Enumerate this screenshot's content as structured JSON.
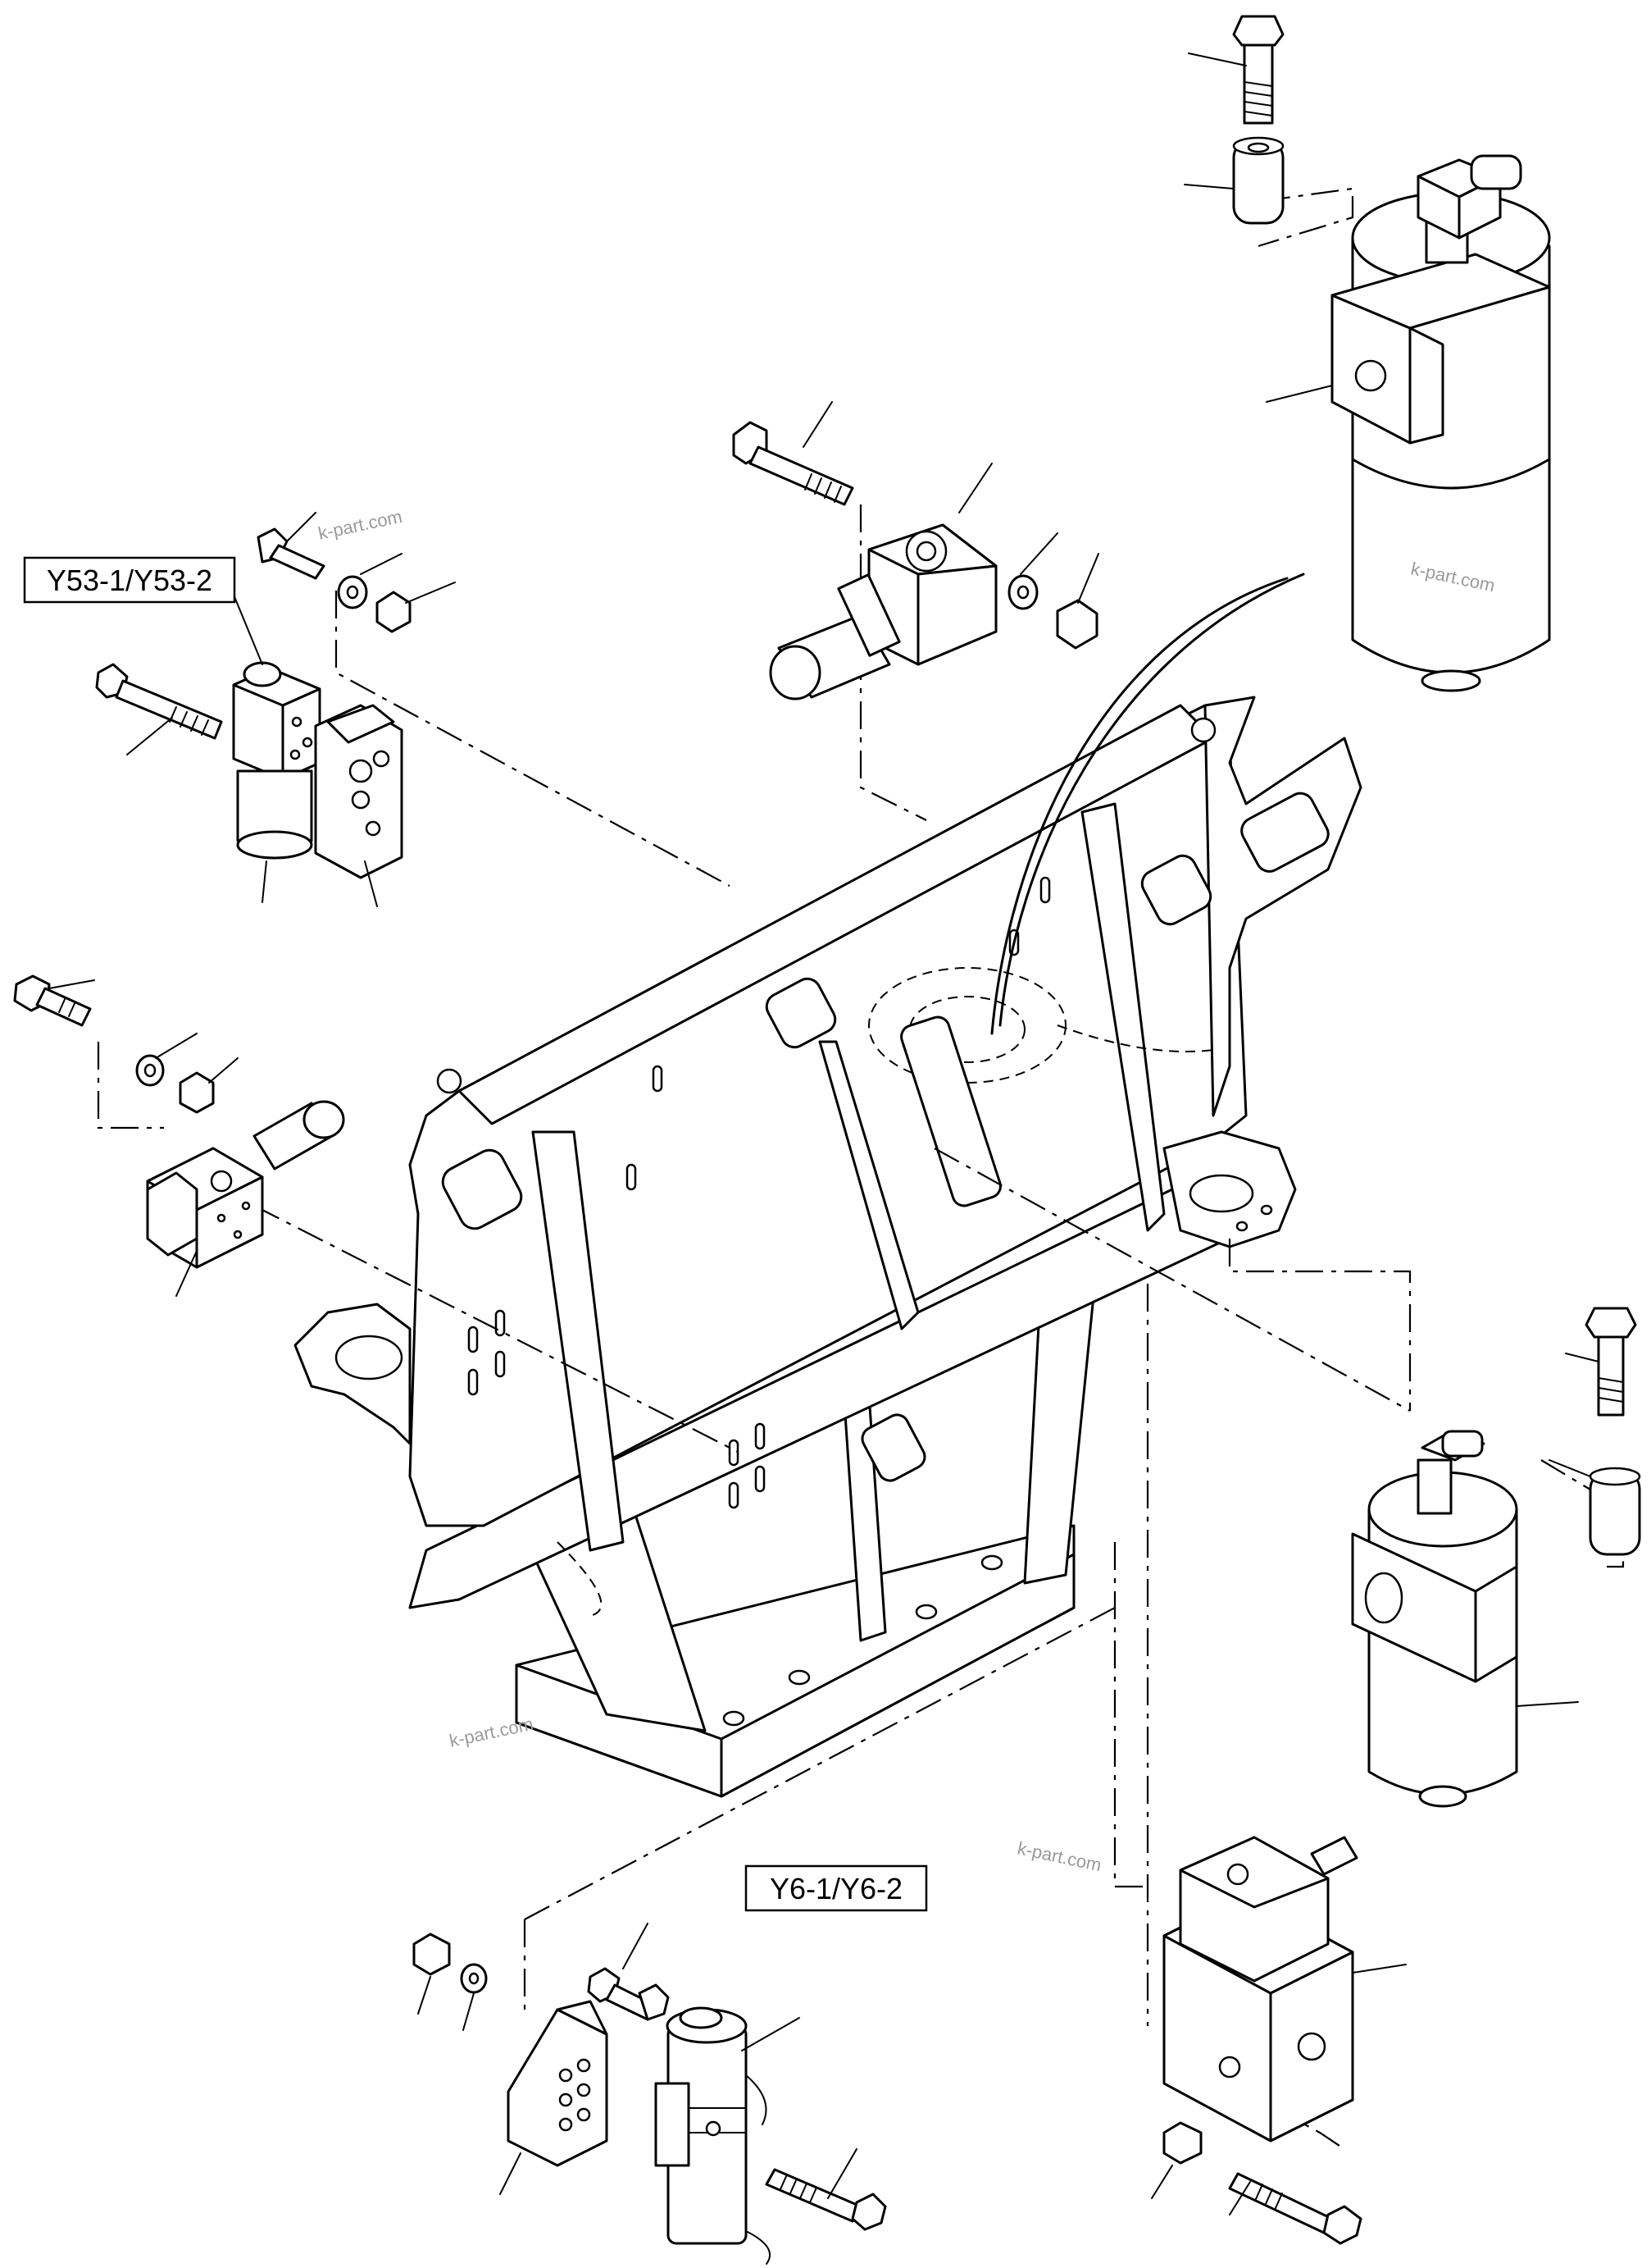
{
  "labels": {
    "valve_top_left": "Y53-1/Y53-2",
    "valve_bottom": "Y6-1/Y6-2"
  },
  "watermark": "k-part.com",
  "colors": {
    "line": "#000000",
    "background": "#ffffff",
    "watermark": "#9a9a9a"
  }
}
